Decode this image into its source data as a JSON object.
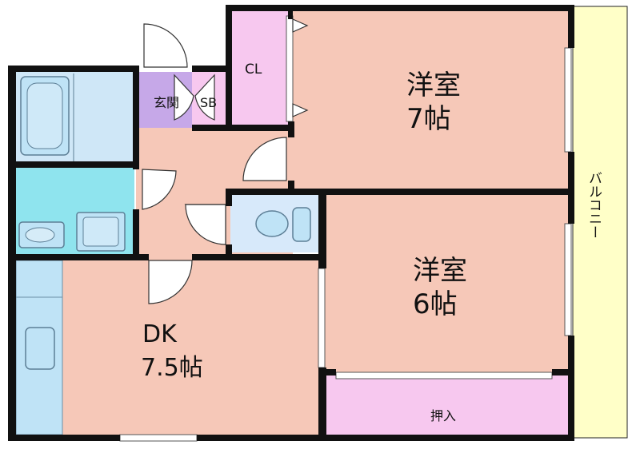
{
  "rooms": {
    "western_room_large": {
      "label": "洋室",
      "size": "7帖"
    },
    "western_room_small": {
      "label": "洋室",
      "size": "6帖"
    },
    "dining_kitchen": {
      "label": "DK",
      "size": "7.5帖"
    },
    "closet": {
      "label": "CL"
    },
    "entrance": {
      "label": "玄関"
    },
    "shoe_box": {
      "label": "SB"
    },
    "oshiire": {
      "label": "押入"
    },
    "balcony": {
      "label": "バルコニー"
    }
  },
  "colors": {
    "bedroom": "#f6c8b8",
    "closet": "#f7c8ef",
    "entrance": "#c6a8e8",
    "bath": "#cfe7f7",
    "washroom": "#8fe4ee",
    "toilet": "#d7e9fa",
    "hall": "#f6c8b8",
    "balcony": "#ffffc8",
    "fixture": "#bfe3f6",
    "wall": "#111111"
  }
}
